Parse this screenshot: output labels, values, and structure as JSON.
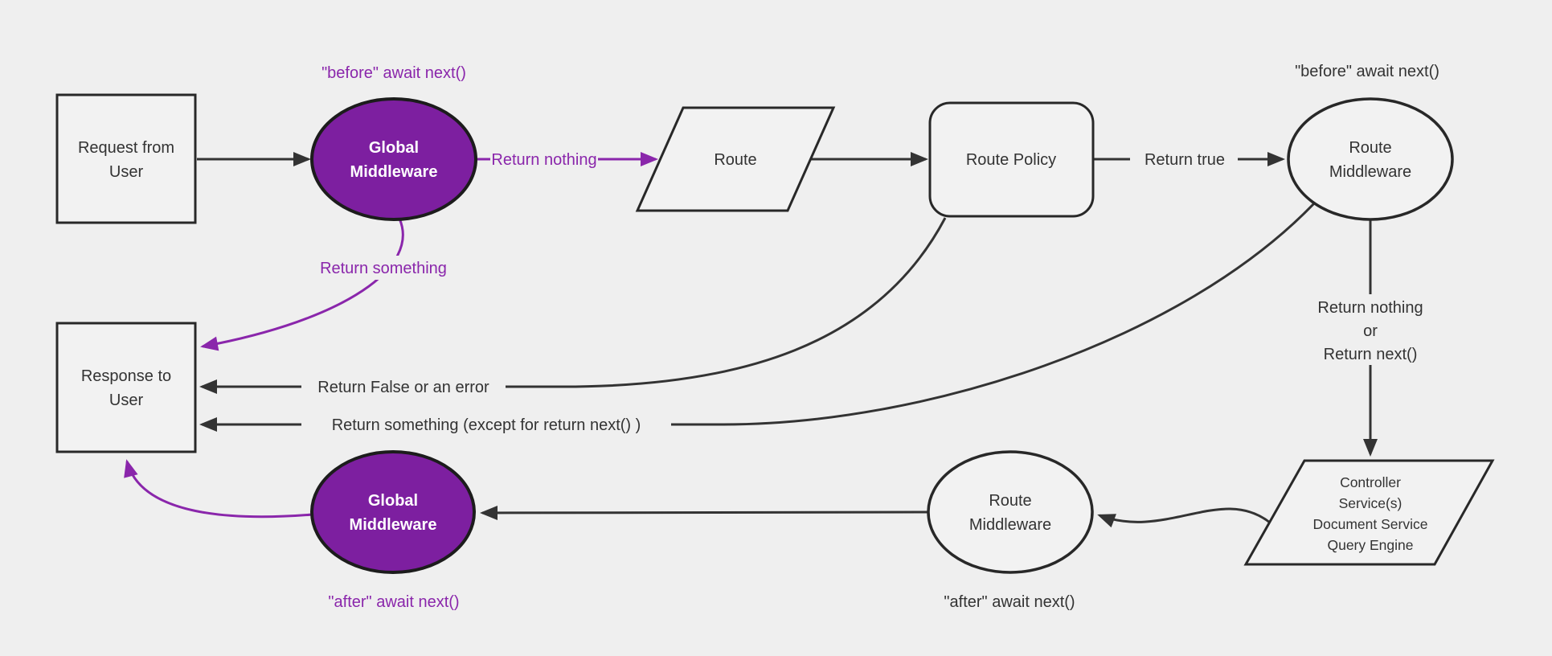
{
  "diagram_title": "Request lifecycle middleware flow",
  "colors": {
    "background": "#efefef",
    "node_fill": "#f2f2f2",
    "node_stroke": "#282828",
    "purple_node_fill": "#7d1fa0",
    "purple_edge_and_label": "#8a26ab",
    "black_edge_and_label": "#333333",
    "purple_node_text": "#ffffff"
  },
  "nodes": {
    "request": {
      "shape": "rectangle",
      "lines": [
        "Request from",
        "User"
      ]
    },
    "global_middleware_before": {
      "shape": "ellipse",
      "fill": "purple",
      "lines": [
        "Global",
        "Middleware"
      ]
    },
    "route": {
      "shape": "parallelogram",
      "lines": [
        "Route"
      ]
    },
    "route_policy": {
      "shape": "rounded-rectangle",
      "lines": [
        "Route Policy"
      ]
    },
    "route_middleware_before": {
      "shape": "ellipse",
      "lines": [
        "Route",
        "Middleware"
      ]
    },
    "response": {
      "shape": "rectangle",
      "lines": [
        "Response to",
        "User"
      ]
    },
    "global_middleware_after": {
      "shape": "ellipse",
      "fill": "purple",
      "lines": [
        "Global",
        "Middleware"
      ]
    },
    "route_middleware_after": {
      "shape": "ellipse",
      "lines": [
        "Route",
        "Middleware"
      ]
    },
    "services": {
      "shape": "parallelogram",
      "lines": [
        "Controller",
        "Service(s)",
        "Document Service",
        "Query Engine"
      ]
    }
  },
  "annotations": {
    "before_global": "\"before\" await next()",
    "before_route": "\"before\" await next()",
    "after_global": "\"after\" await next()",
    "after_route": "\"after\" await next()"
  },
  "edges": [
    {
      "from": "Request from User",
      "to": "Global Middleware (before)",
      "label": "",
      "color": "black"
    },
    {
      "from": "Global Middleware (before)",
      "to": "Route",
      "label": "Return nothing",
      "color": "purple"
    },
    {
      "from": "Route",
      "to": "Route Policy",
      "label": "",
      "color": "black"
    },
    {
      "from": "Route Policy",
      "to": "Route Middleware (before)",
      "label": "Return true",
      "color": "black"
    },
    {
      "from": "Route Middleware (before)",
      "to": "Controller / Services",
      "label": "Return nothing or Return next()",
      "label_lines": [
        "Return nothing",
        "or",
        "Return next()"
      ],
      "color": "black"
    },
    {
      "from": "Controller / Services",
      "to": "Route Middleware (after)",
      "label": "",
      "color": "black"
    },
    {
      "from": "Route Middleware (after)",
      "to": "Global Middleware (after)",
      "label": "",
      "color": "black"
    },
    {
      "from": "Global Middleware (after)",
      "to": "Response to User",
      "label": "",
      "color": "purple"
    },
    {
      "from": "Global Middleware (before)",
      "to": "Response to User",
      "label": "Return something",
      "color": "purple"
    },
    {
      "from": "Route Policy",
      "to": "Response to User",
      "label": "Return False or an error",
      "color": "black"
    },
    {
      "from": "Route Middleware (before)",
      "to": "Response to User",
      "label": "Return something (except for return next() )",
      "color": "black"
    }
  ]
}
